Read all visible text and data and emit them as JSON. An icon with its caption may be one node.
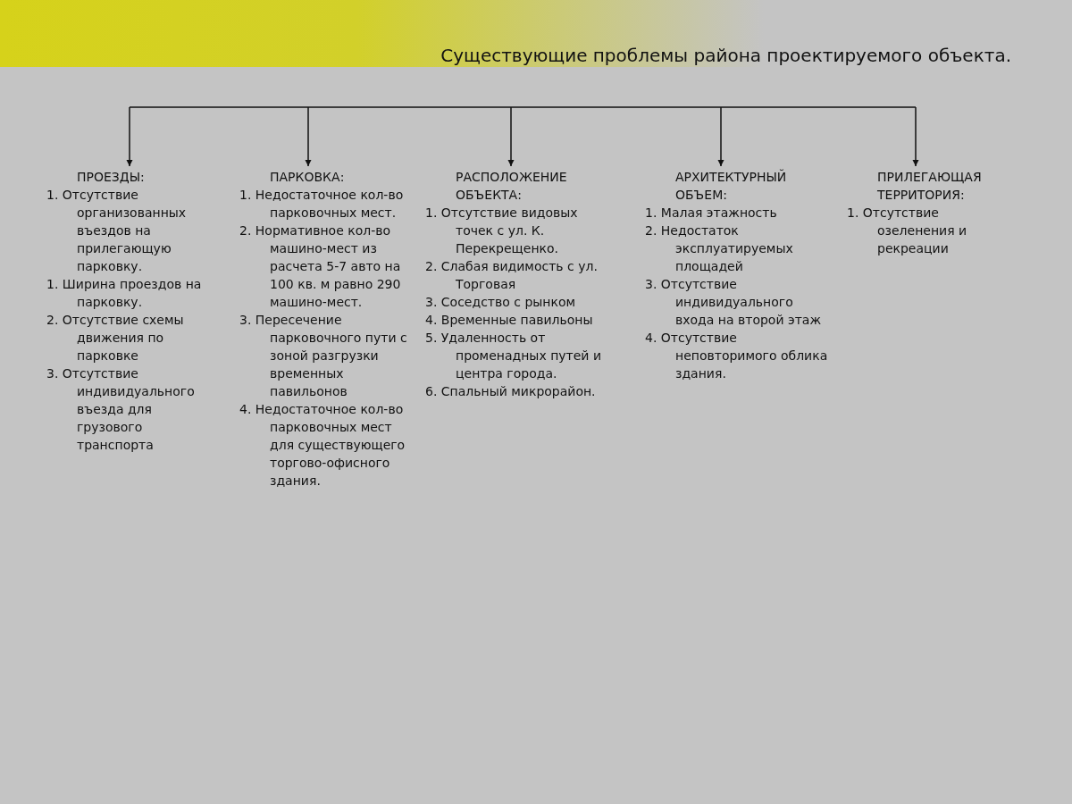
{
  "diagram": {
    "title": "Существующие проблемы района проектируемого объекта.",
    "nodes": [
      {
        "text": [
          "ПРОЕЗДЫ:",
          "1. Отсутствие организованных въездов на прилегающую парковку.",
          "1. Ширина проездов на парковку.",
          "2. Отсутствие схемы движения по парковке",
          "3. Отсутствие индивидуального въезда для грузового транспорта"
        ]
      },
      {
        "text": [
          "ПАРКОВКА:",
          "1. Недостаточное кол-во парковочных мест.",
          "2. Нормативное кол-во машино-мест из расчета 5-7 авто на 100 кв. м равно 290 машино-мест.",
          "3. Пересечение парковочного пути с зоной разгрузки временных павильонов",
          "4. Недостаточное кол-во парковочных мест для существующего торгово-офисного здания."
        ]
      },
      {
        "text": [
          "РАСПОЛОЖЕНИЕ ОБЪЕКТА:",
          "1. Отсутствие видовых точек с ул. К. Перекрещенко.",
          "2. Слабая видимость с ул. Торговая",
          "3. Соседство с рынком",
          "4. Временные павильоны",
          "5. Удаленность от променадных путей и центра города.",
          "6. Спальный микрорайон."
        ]
      },
      {
        "text": [
          "АРХИТЕКТУРНЫЙ ОБЪЕМ:",
          "1. Малая этажность",
          "2. Недостаток эксплуатируемых площадей",
          "3. Отсутствие индивидуального входа на второй этаж",
          "4. Отсутствие неповторимого облика здания."
        ]
      },
      {
        "text": [
          "ПРИЛЕГАЮЩАЯ ТЕРРИТОРИЯ:",
          "1. Отсутствие озеленения и рекреации"
        ]
      }
    ],
    "edges": [
      {
        "from": null,
        "to": 0,
        "arrow": "to"
      },
      {
        "from": null,
        "to": 1,
        "arrow": "to"
      },
      {
        "from": null,
        "to": 2,
        "arrow": "to"
      },
      {
        "from": null,
        "to": 3,
        "arrow": "to"
      },
      {
        "from": null,
        "to": 4,
        "arrow": "to"
      }
    ]
  }
}
